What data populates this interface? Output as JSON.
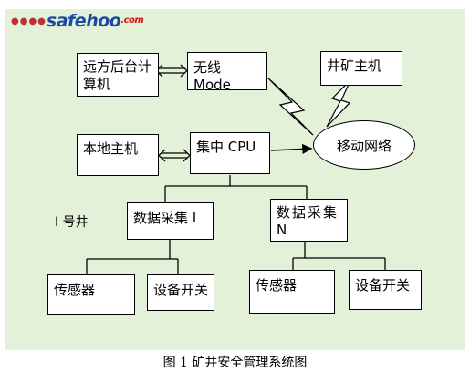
{
  "logo": {
    "text": "safehoo",
    "suffix": ".com"
  },
  "nodes": {
    "remote_computer": "远方后台计算机",
    "wireless_mode": "无线 Mode",
    "mine_host": "井矿主机",
    "local_host": "本地主机",
    "central_cpu": "集中 CPU",
    "mobile_network": "移动网络",
    "collector_1": "数据采集 I",
    "collector_n": "数据采集 N",
    "sensor_left": "传感器",
    "switch_left": "设备开关",
    "sensor_right": "传感器",
    "switch_right": "设备开关"
  },
  "well_label": "I 号井",
  "caption": "图 1  矿井安全管理系统图"
}
